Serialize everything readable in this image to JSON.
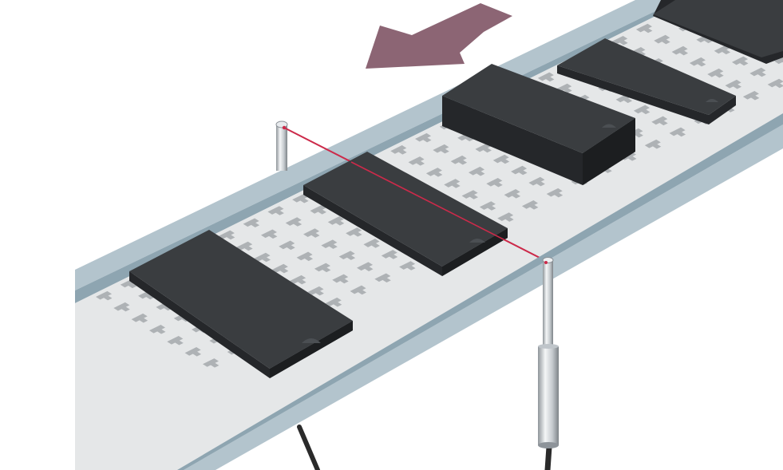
{
  "scene": {
    "colors": {
      "background": "#ffffff",
      "arrow": "#8c6574",
      "conveyor_surface": "#e5e7e8",
      "rail_top": "#b3c4cd",
      "rail_side": "#8ea5b1",
      "solder_pad": "#aeb2b5",
      "chip_top": "#3a3d40",
      "chip_side": "#25272a",
      "laser_beam": "#cc2a4a",
      "sensor_metal": "#cfd3d7",
      "cable": "#2a2a2a"
    },
    "components": [
      {
        "name": "chip-1",
        "kind": "flat"
      },
      {
        "name": "chip-2",
        "kind": "flat"
      },
      {
        "name": "chip-3",
        "kind": "tall",
        "detected": true
      },
      {
        "name": "chip-4",
        "kind": "flat"
      },
      {
        "name": "chip-5",
        "kind": "flat"
      }
    ],
    "sensors": [
      {
        "name": "emitter",
        "icon": "cylinder-post-icon"
      },
      {
        "name": "receiver",
        "icon": "cylinder-post-icon"
      }
    ],
    "direction_icon": "arrow-left-icon"
  }
}
